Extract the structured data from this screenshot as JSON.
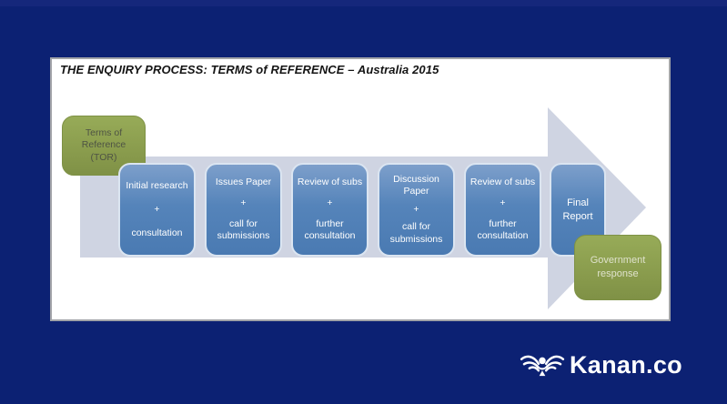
{
  "slide": {
    "background_color": "#0c2173",
    "panel_bg": "#ffffff",
    "title": "THE ENQUIRY PROCESS: TERMS of REFERENCE – Australia 2015"
  },
  "diagram": {
    "type": "process-flow-arrow",
    "colors": {
      "arrow": "#cfd4e2",
      "step_box_blue": "#4f81bd",
      "node_green": "#8ca050",
      "step_text": "#ffffff",
      "tor_text": "#4e5344",
      "gov_text": "#dfe2cc"
    },
    "start_node": {
      "label": "Terms of Reference (TOR)"
    },
    "steps": [
      {
        "top": "Initial research",
        "mid": "+",
        "bottom": "consultation"
      },
      {
        "top": "Issues Paper",
        "mid": "+",
        "bottom": "call for submissions"
      },
      {
        "top": "Review of subs",
        "mid": "+",
        "bottom": "further consultation"
      },
      {
        "top": "Discussion Paper",
        "mid": "+",
        "bottom": "call for submissions"
      },
      {
        "top": "Review of subs",
        "mid": "+",
        "bottom": "further consultation"
      },
      {
        "top": "Final Report",
        "mid": "",
        "bottom": ""
      }
    ],
    "end_node": {
      "label": "Government response"
    }
  },
  "footer": {
    "brand": "Kanan.co",
    "logo_icon": "winged-bird-logo-icon"
  }
}
